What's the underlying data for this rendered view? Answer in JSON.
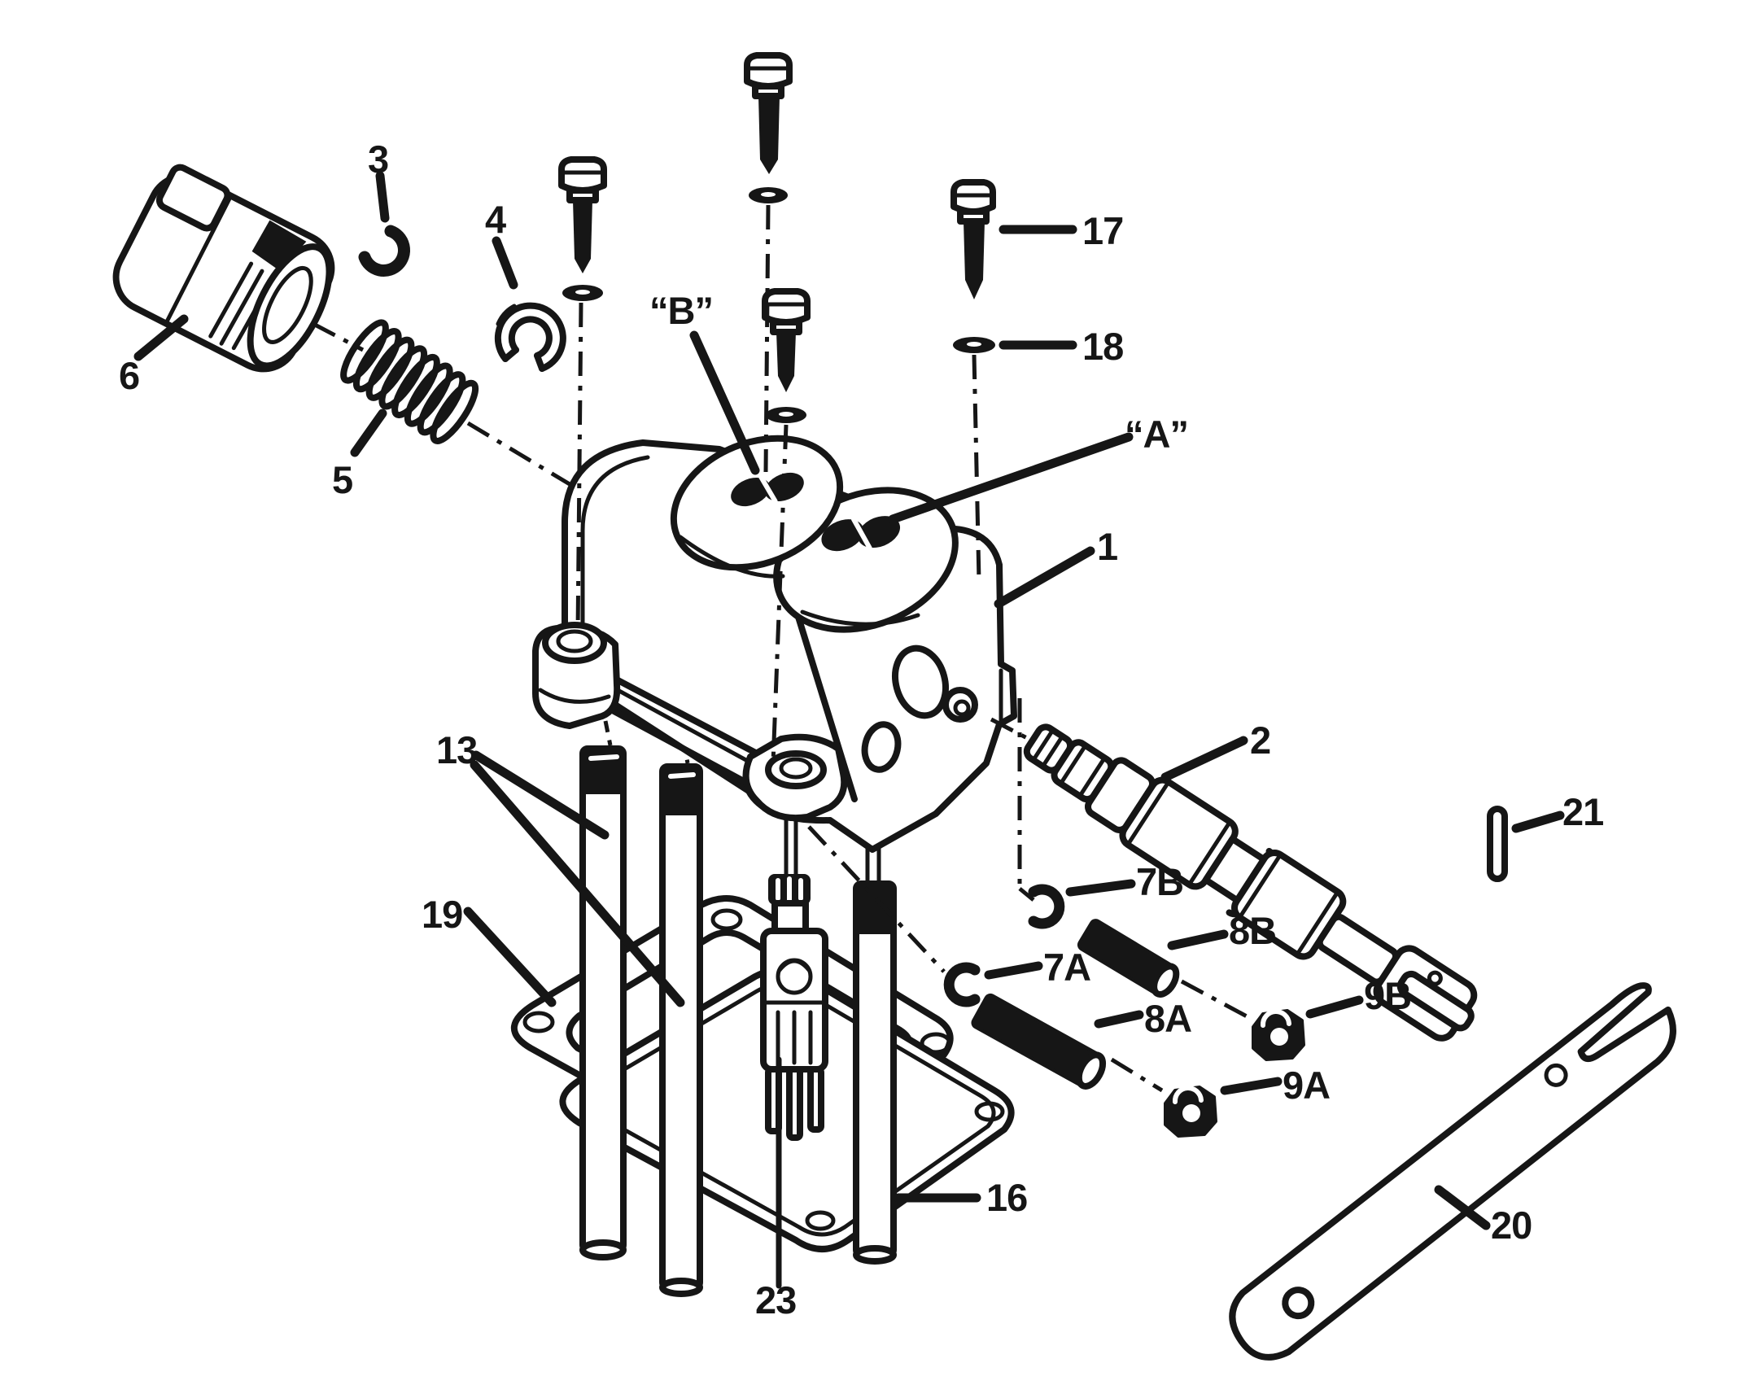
{
  "diagram": {
    "type": "exploded-parts-diagram",
    "background_color": "#ffffff",
    "line_color": "#161616",
    "labels": {
      "p1": "1",
      "p2": "2",
      "p3": "3",
      "p4": "4",
      "p5": "5",
      "p6": "6",
      "p7a": "7A",
      "p7b": "7B",
      "p8a": "8A",
      "p8b": "8B",
      "p9a": "9A",
      "p9b": "9B",
      "p13": "13",
      "p16": "16",
      "p17": "17",
      "p18": "18",
      "p19": "19",
      "p20": "20",
      "p21": "21",
      "p23": "23",
      "port_a": "“A”",
      "port_b": "“B”"
    }
  }
}
